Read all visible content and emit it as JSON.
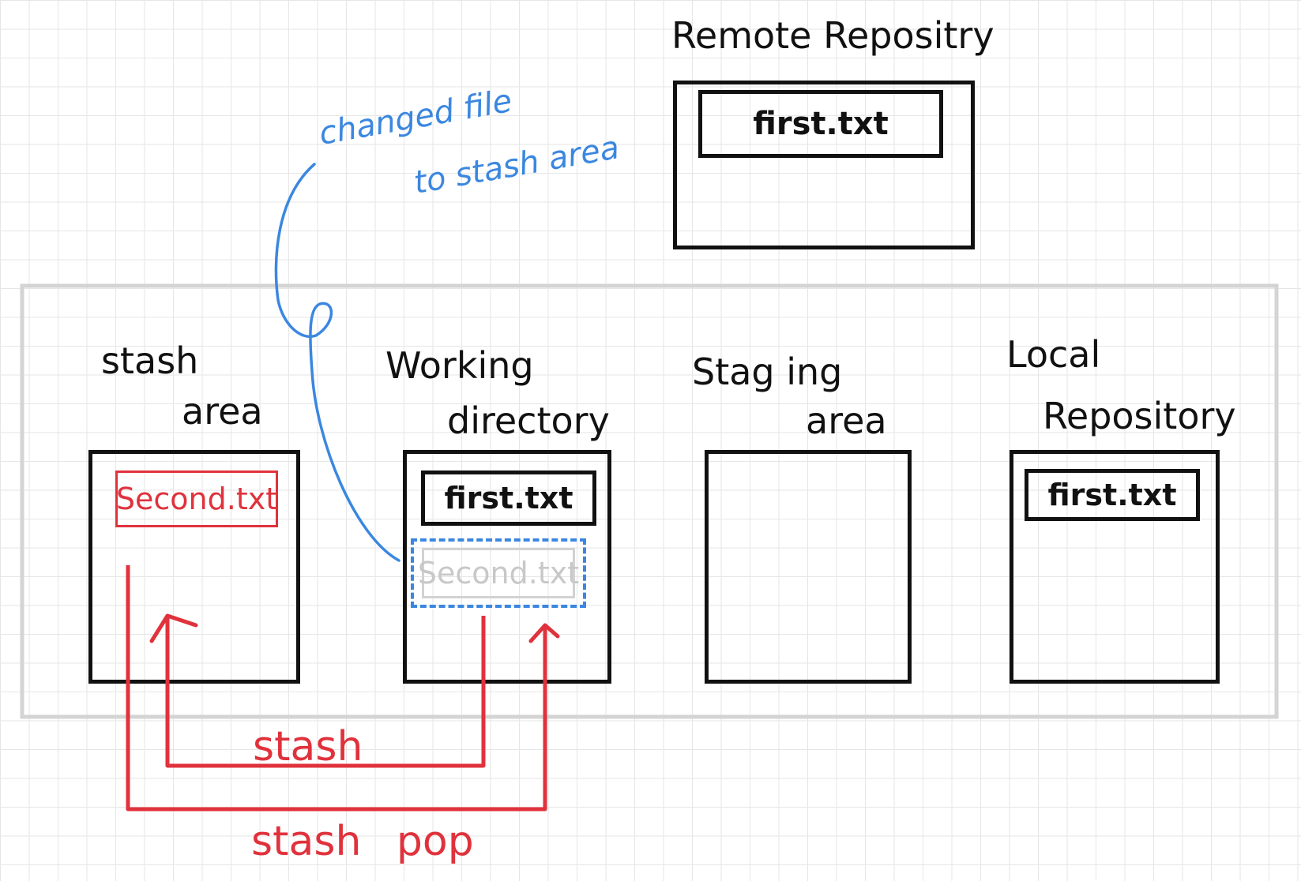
{
  "remote": {
    "title": "Remote Repositry",
    "file": "first.txt"
  },
  "stash_area": {
    "title_line1": "stash",
    "title_line2": "area",
    "file": "Second.txt"
  },
  "working_directory": {
    "title_line1": "Working",
    "title_line2": "directory",
    "file": "first.txt",
    "changed_file": "Second.txt"
  },
  "staging_area": {
    "title_line1": "Stag ing",
    "title_line2": "area"
  },
  "local_repository": {
    "title_line1": "Local",
    "title_line2": "Repository",
    "file": "first.txt"
  },
  "annotation": {
    "line1": "changed file",
    "line2": "to stash area"
  },
  "arrows": {
    "stash_label": "stash",
    "stash_pop_label": "stash pop"
  },
  "colors": {
    "ink": "#111111",
    "red": "#e0323c",
    "blue": "#3b87e0",
    "frame": "#d4d4d4"
  }
}
